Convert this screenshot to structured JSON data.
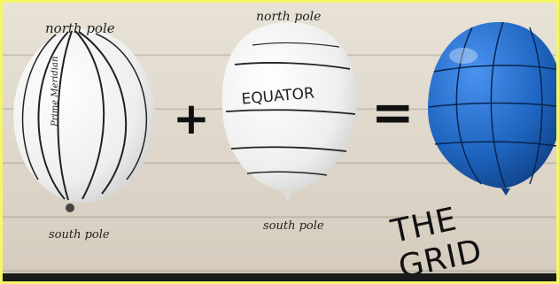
{
  "labels": {
    "north_pole_left": "north pole",
    "north_pole_middle": "north pole",
    "south_pole_left": "south pole",
    "south_pole_middle": "south pole",
    "prime_meridian": "Prime Meridian",
    "equator": "EQUATOR",
    "grid_title": "THE GRID",
    "plus": "+",
    "equals": "="
  },
  "colors": {
    "white_balloon": "#f2f2f2",
    "blue_balloon": "#1f66c2",
    "border": "#f5f56a",
    "wall": "#e3dccf"
  }
}
